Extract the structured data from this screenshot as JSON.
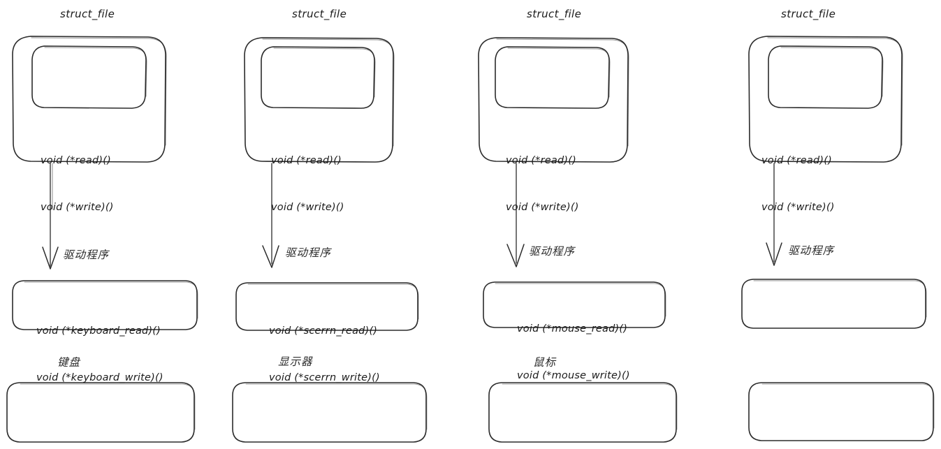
{
  "diagram": {
    "title_label": "struct_file",
    "driver_label": "驱动程序",
    "columns": [
      {
        "id": "keyboard",
        "struct_title": "struct_file",
        "struct_ops": [
          "void (*read)()",
          "void (*write)()"
        ],
        "arrow_label": "驱动程序",
        "driver_ops": [
          "void (*keyboard_read)()",
          "void (*keyboard_write)()"
        ],
        "device_label": "键盘"
      },
      {
        "id": "screen",
        "struct_title": "struct_file",
        "struct_ops": [
          "void (*read)()",
          "void (*write)()"
        ],
        "arrow_label": "驱动程序",
        "driver_ops": [
          "void (*scerrn_read)()",
          "void (*scerrn_write)()"
        ],
        "device_label": "显示器"
      },
      {
        "id": "mouse",
        "struct_title": "struct_file",
        "struct_ops": [
          "void (*read)()",
          "void (*write)()"
        ],
        "arrow_label": "驱动程序",
        "driver_ops": [
          "void (*mouse_read)()",
          "void (*mouse_write)()"
        ],
        "device_label": "鼠标"
      },
      {
        "id": "unlabeled",
        "struct_title": "struct_file",
        "struct_ops": [
          "void (*read)()",
          "void (*write)()"
        ],
        "arrow_label": "驱动程序",
        "driver_ops": [],
        "device_label": ""
      }
    ],
    "colors": {
      "stroke": "#2b2b2b",
      "text": "#1a1a1a",
      "background": "#ffffff"
    }
  }
}
